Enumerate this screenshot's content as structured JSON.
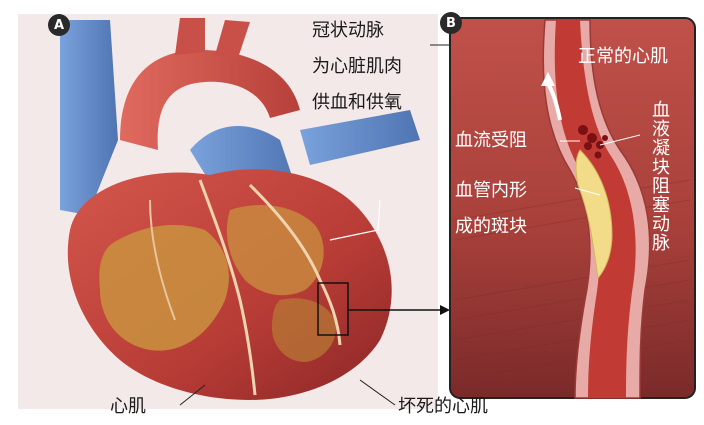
{
  "panels": {
    "a": "A",
    "b": "B"
  },
  "labels": {
    "coronary_1": "冠状动脉",
    "coronary_2": "为心脏肌肉",
    "coronary_3": "供血和供氧",
    "normal_muscle": "正常的心肌",
    "blocked_flow": "血流受阻",
    "plaque_1": "血管内形",
    "plaque_2": "成的斑块",
    "clot": "血液凝块阻塞动脉",
    "myocardium": "心肌",
    "dead_muscle": "坏死的心肌"
  },
  "colors": {
    "heart_red": "#c8473f",
    "heart_dark": "#8e2a2a",
    "vein_blue": "#5f88c8",
    "infarct_tan": "#c9923f",
    "plaque_yellow": "#f2dc8a",
    "muscle_panel": "#b0443c"
  }
}
